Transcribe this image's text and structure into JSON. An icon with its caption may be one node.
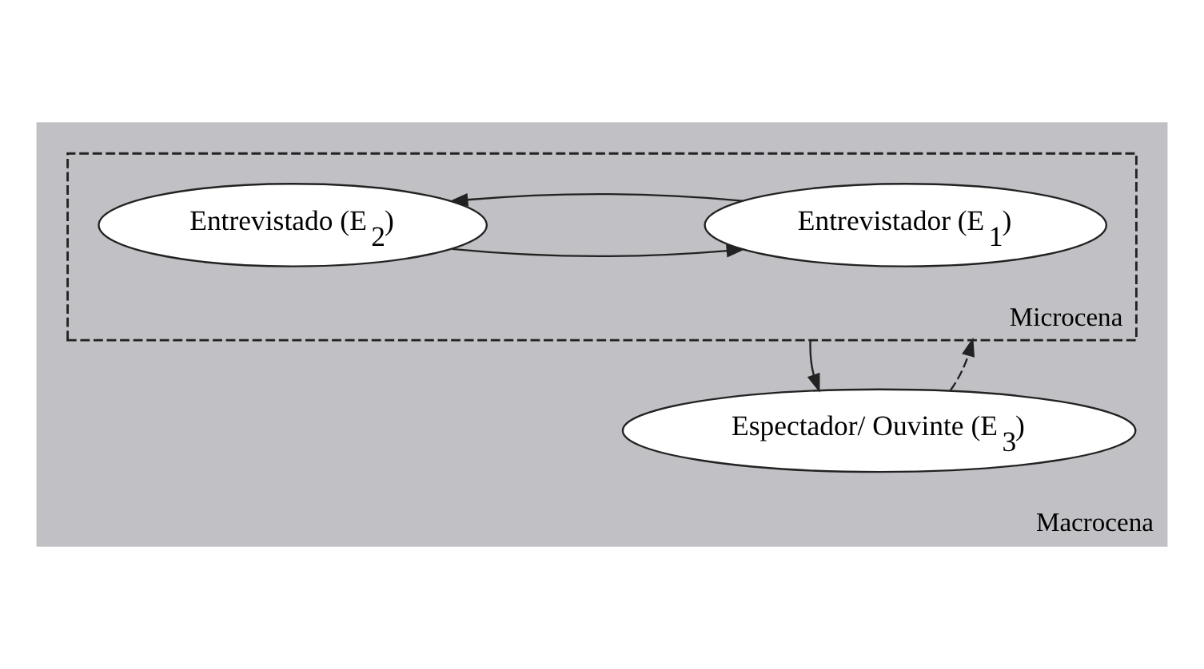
{
  "diagram": {
    "nodes": [
      {
        "text": [
          "Macrocena"
        ]
      },
      {
        "text": [
          "Microcena"
        ],
        "in": 0
      },
      {
        "text": [
          "Entrevistador (E$_{1}$)"
        ],
        "in": 1
      },
      {
        "text": [
          "Entrevistado (E$_{2}$)"
        ],
        "in": 1
      },
      {
        "text": [
          "Espectador/ Ouvinte (E$_{3}$)"
        ],
        "in": 0
      }
    ],
    "edges": [
      {
        "from": 3,
        "to": 2,
        "arrow": "to"
      },
      {
        "from": 2,
        "to": 3,
        "arrow": "to"
      },
      {
        "from": 1,
        "to": 4,
        "arrow": "to"
      },
      {
        "from": 4,
        "to": 1,
        "arrow": "to",
        "style": "dashed"
      }
    ]
  }
}
